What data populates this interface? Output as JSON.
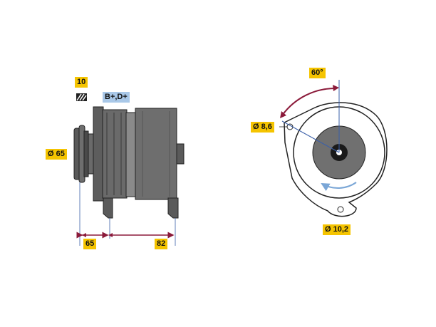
{
  "labels": {
    "pulley_grooves": "10",
    "terminals": "B+,D+",
    "pulley_diameter": "Ø 65",
    "dim_left": "65",
    "dim_right": "82",
    "angle": "60°",
    "hole_small": "Ø 8,6",
    "hole_large": "Ø 10,2"
  },
  "colors": {
    "label_bg": "#f5c400",
    "terminal_bg": "#a9c8e8",
    "dimension_line": "#8b1a3a",
    "body_fill": "#6e6e6e",
    "body_dark": "#3a3a3a",
    "rotation_arrow": "#7aa6d6"
  },
  "icons": {
    "grooves_symbol": "belt-grooves-icon"
  }
}
